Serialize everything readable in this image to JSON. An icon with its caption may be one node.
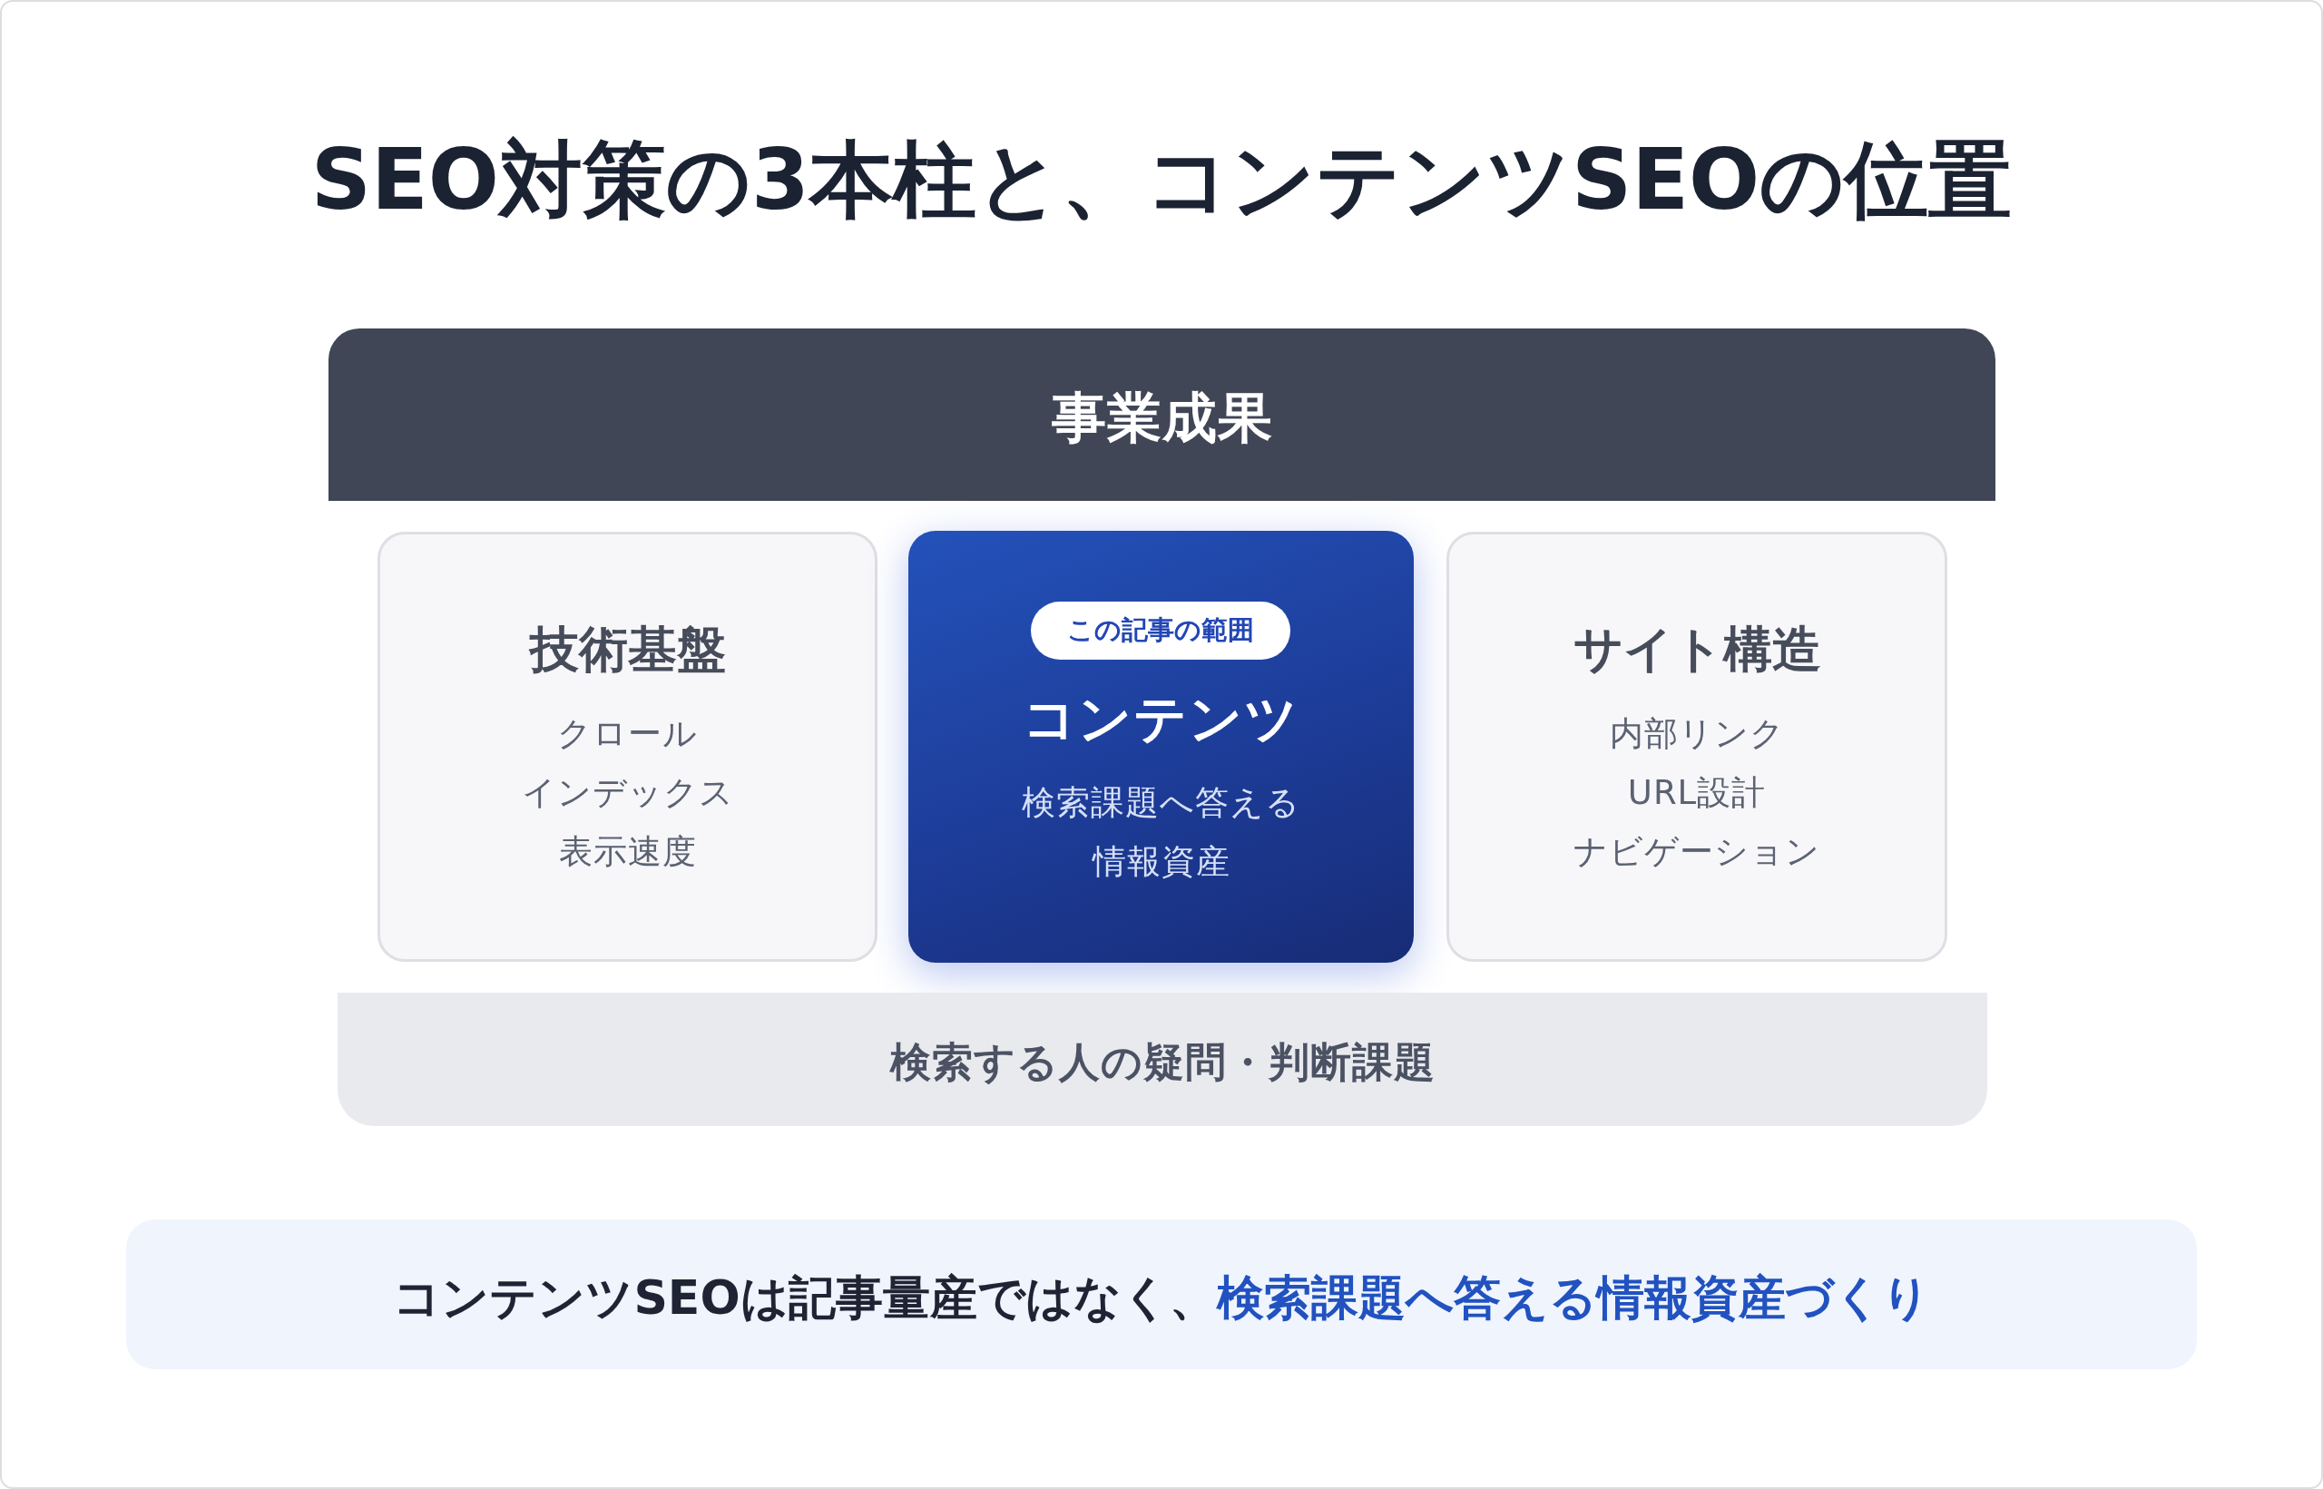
{
  "diagram": {
    "title": "SEO対策の3本柱と、コンテンツSEOの位置",
    "nodes": [
      {
        "text": [
          "事業成果"
        ]
      },
      {
        "text": [
          "技術基盤",
          "クロール",
          "インデックス",
          "表示速度"
        ]
      },
      {
        "text": [
          "コンテンツ",
          "検索課題へ答える情報資産"
        ]
      },
      {
        "text": [
          "この記事の範囲"
        ],
        "in": 2
      },
      {
        "text": [
          "サイト構造",
          "内部リンク",
          "URL設計",
          "ナビゲーション"
        ]
      },
      {
        "text": [
          "検索する人の疑問・判断課題"
        ]
      },
      {
        "text": [
          "コンテンツSEOは記事量産ではなく、",
          "検索課題へ答える情報資産づくり"
        ]
      }
    ],
    "edges": []
  }
}
